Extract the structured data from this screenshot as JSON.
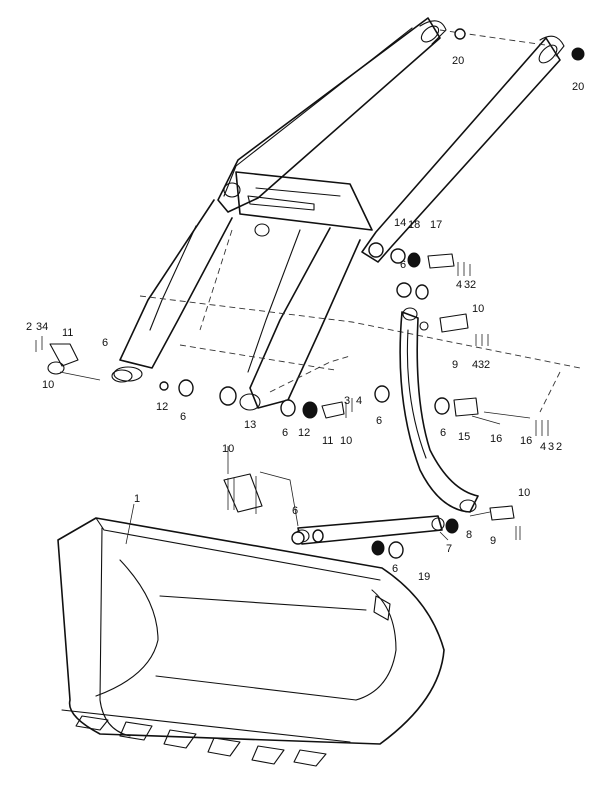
{
  "diagram": {
    "part_numbers": [
      "20",
      "20",
      "14",
      "18",
      "17",
      "6",
      "4",
      "3",
      "2",
      "2",
      "34",
      "11",
      "6",
      "10",
      "12",
      "6",
      "13",
      "6",
      "12",
      "11",
      "10",
      "3",
      "4",
      "6",
      "6",
      "15",
      "16",
      "16",
      "4",
      "3",
      "2",
      "9",
      "4",
      "3",
      "2",
      "10",
      "10",
      "1",
      "6",
      "7",
      "8",
      "9",
      "10",
      "6",
      "19"
    ],
    "icons": {
      "loader-arm": "boom-arm-drawing",
      "bucket": "loader-bucket-drawing",
      "link": "bellcrank-link-drawing"
    }
  }
}
